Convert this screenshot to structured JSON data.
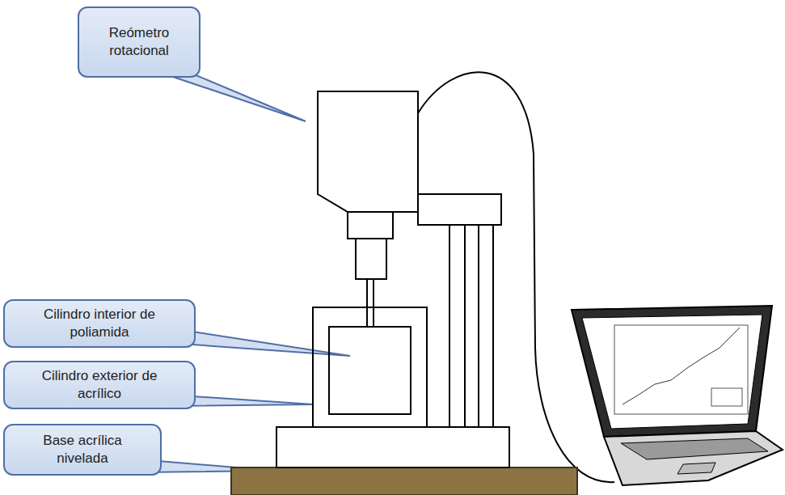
{
  "diagram": {
    "nodes": [
      {
        "text": [
          "Reómetro rotacional"
        ]
      },
      {
        "text": [
          "Cilindro interior de poliamida"
        ]
      },
      {
        "text": [
          "Cilindro exterior de acrílico"
        ]
      },
      {
        "text": [
          "Base acrílica nivelada"
        ]
      }
    ]
  }
}
